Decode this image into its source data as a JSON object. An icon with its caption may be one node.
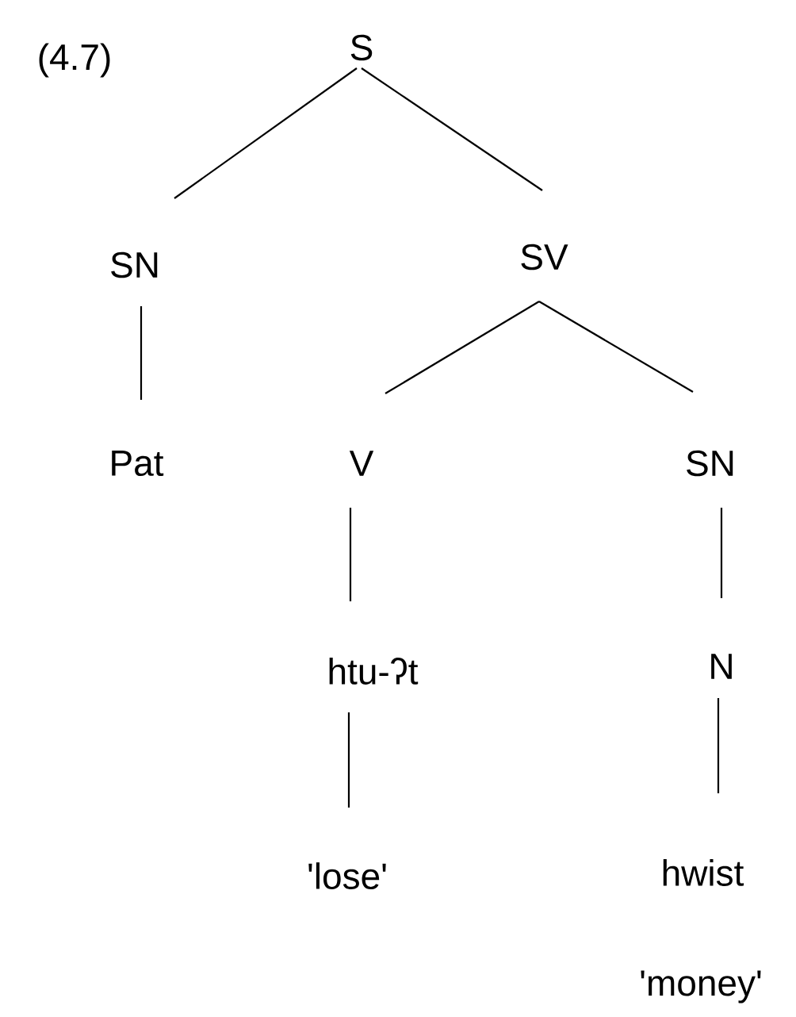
{
  "diagram": {
    "nodes": [
      {
        "text": [
          "S"
        ]
      },
      {
        "text": [
          "SN"
        ]
      },
      {
        "text": [
          "SV"
        ]
      },
      {
        "text": [
          "Pat"
        ]
      },
      {
        "text": [
          "V"
        ]
      },
      {
        "text": [
          "SN"
        ]
      },
      {
        "text": [
          "htu-ʔt"
        ]
      },
      {
        "text": [
          "N"
        ]
      },
      {
        "text": [
          "'lose'"
        ]
      },
      {
        "text": [
          "hwist"
        ],
        "beside": [
          "'money'"
        ]
      }
    ],
    "edges": [
      {
        "from": 0,
        "to": 1,
        "arrow": "none"
      },
      {
        "from": 0,
        "to": 2,
        "arrow": "none"
      },
      {
        "from": 1,
        "to": 3,
        "arrow": "none"
      },
      {
        "from": 2,
        "to": 4,
        "arrow": "none"
      },
      {
        "from": 2,
        "to": 5,
        "arrow": "none"
      },
      {
        "from": 4,
        "to": 6,
        "arrow": "none"
      },
      {
        "from": 5,
        "to": 7,
        "arrow": "none"
      },
      {
        "from": 6,
        "to": 8,
        "arrow": "none"
      },
      {
        "from": 7,
        "to": 9,
        "arrow": "none"
      }
    ],
    "labels": [
      "(4.7)"
    ]
  }
}
